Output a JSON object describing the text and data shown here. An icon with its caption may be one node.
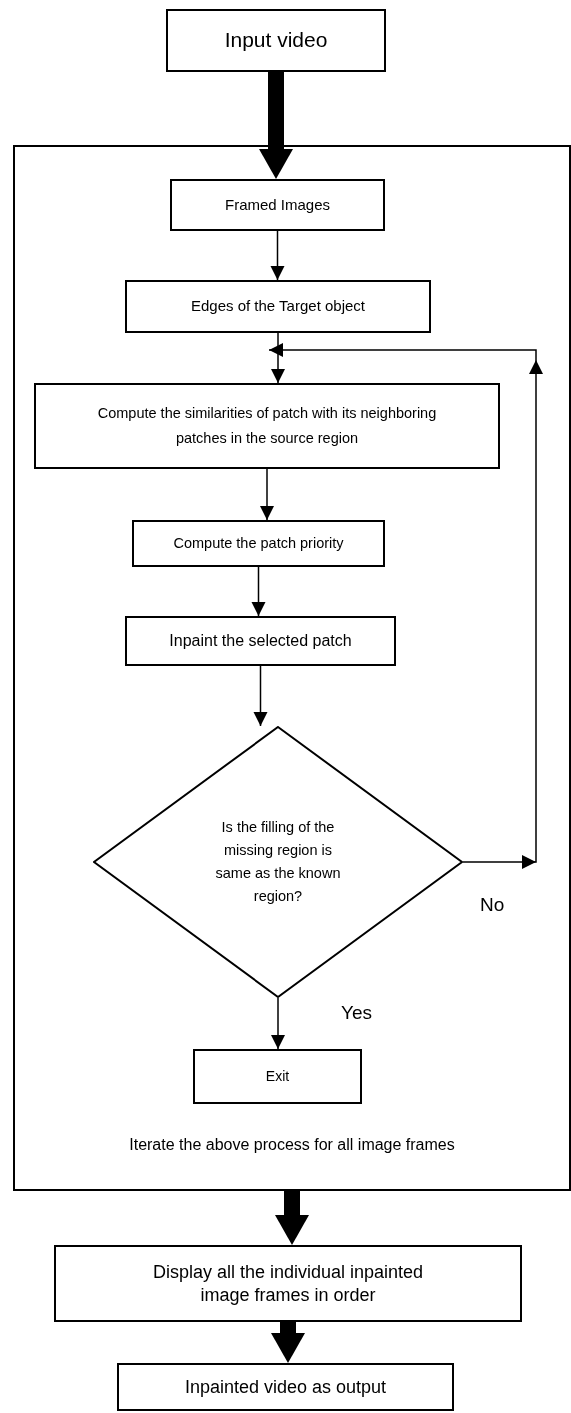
{
  "diagram": {
    "nodes": [
      {
        "text": [
          "Input video"
        ]
      },
      {
        "text": [
          "Iterate the above process for all image frames"
        ]
      },
      {
        "text": [
          "Framed Images"
        ],
        "in": 1
      },
      {
        "text": [
          "Edges of the Target object"
        ],
        "in": 1
      },
      {
        "text": [
          "Compute the similarities of patch with its neighboring patches in the source region"
        ],
        "in": 1
      },
      {
        "text": [
          "Compute the patch priority"
        ],
        "in": 1
      },
      {
        "text": [
          "Inpaint the selected patch"
        ],
        "in": 1
      },
      {
        "text": [
          "Is the filling of the missing region is same as the known region?"
        ],
        "in": 1
      },
      {
        "text": [
          "Exit"
        ],
        "in": 1
      },
      {
        "text": [
          "Display all the individual inpainted image frames in order"
        ]
      },
      {
        "text": [
          "Inpainted video as output"
        ]
      }
    ],
    "edges": [
      {
        "from": 0,
        "to": 2,
        "arrow": "to",
        "style": "thick"
      },
      {
        "from": 2,
        "to": 3,
        "arrow": "to"
      },
      {
        "from": 3,
        "to": 4,
        "arrow": "to"
      },
      {
        "from": 4,
        "to": 5,
        "arrow": "to"
      },
      {
        "from": 5,
        "to": 6,
        "arrow": "to"
      },
      {
        "from": 6,
        "to": 7,
        "arrow": "to"
      },
      {
        "from": 7,
        "to": 4,
        "arrow": "to",
        "label": "No"
      },
      {
        "from": 7,
        "to": 8,
        "arrow": "to",
        "label": "Yes"
      },
      {
        "from": 1,
        "to": 9,
        "arrow": "to",
        "style": "thick"
      },
      {
        "from": 9,
        "to": 10,
        "arrow": "to",
        "style": "thick"
      }
    ]
  }
}
